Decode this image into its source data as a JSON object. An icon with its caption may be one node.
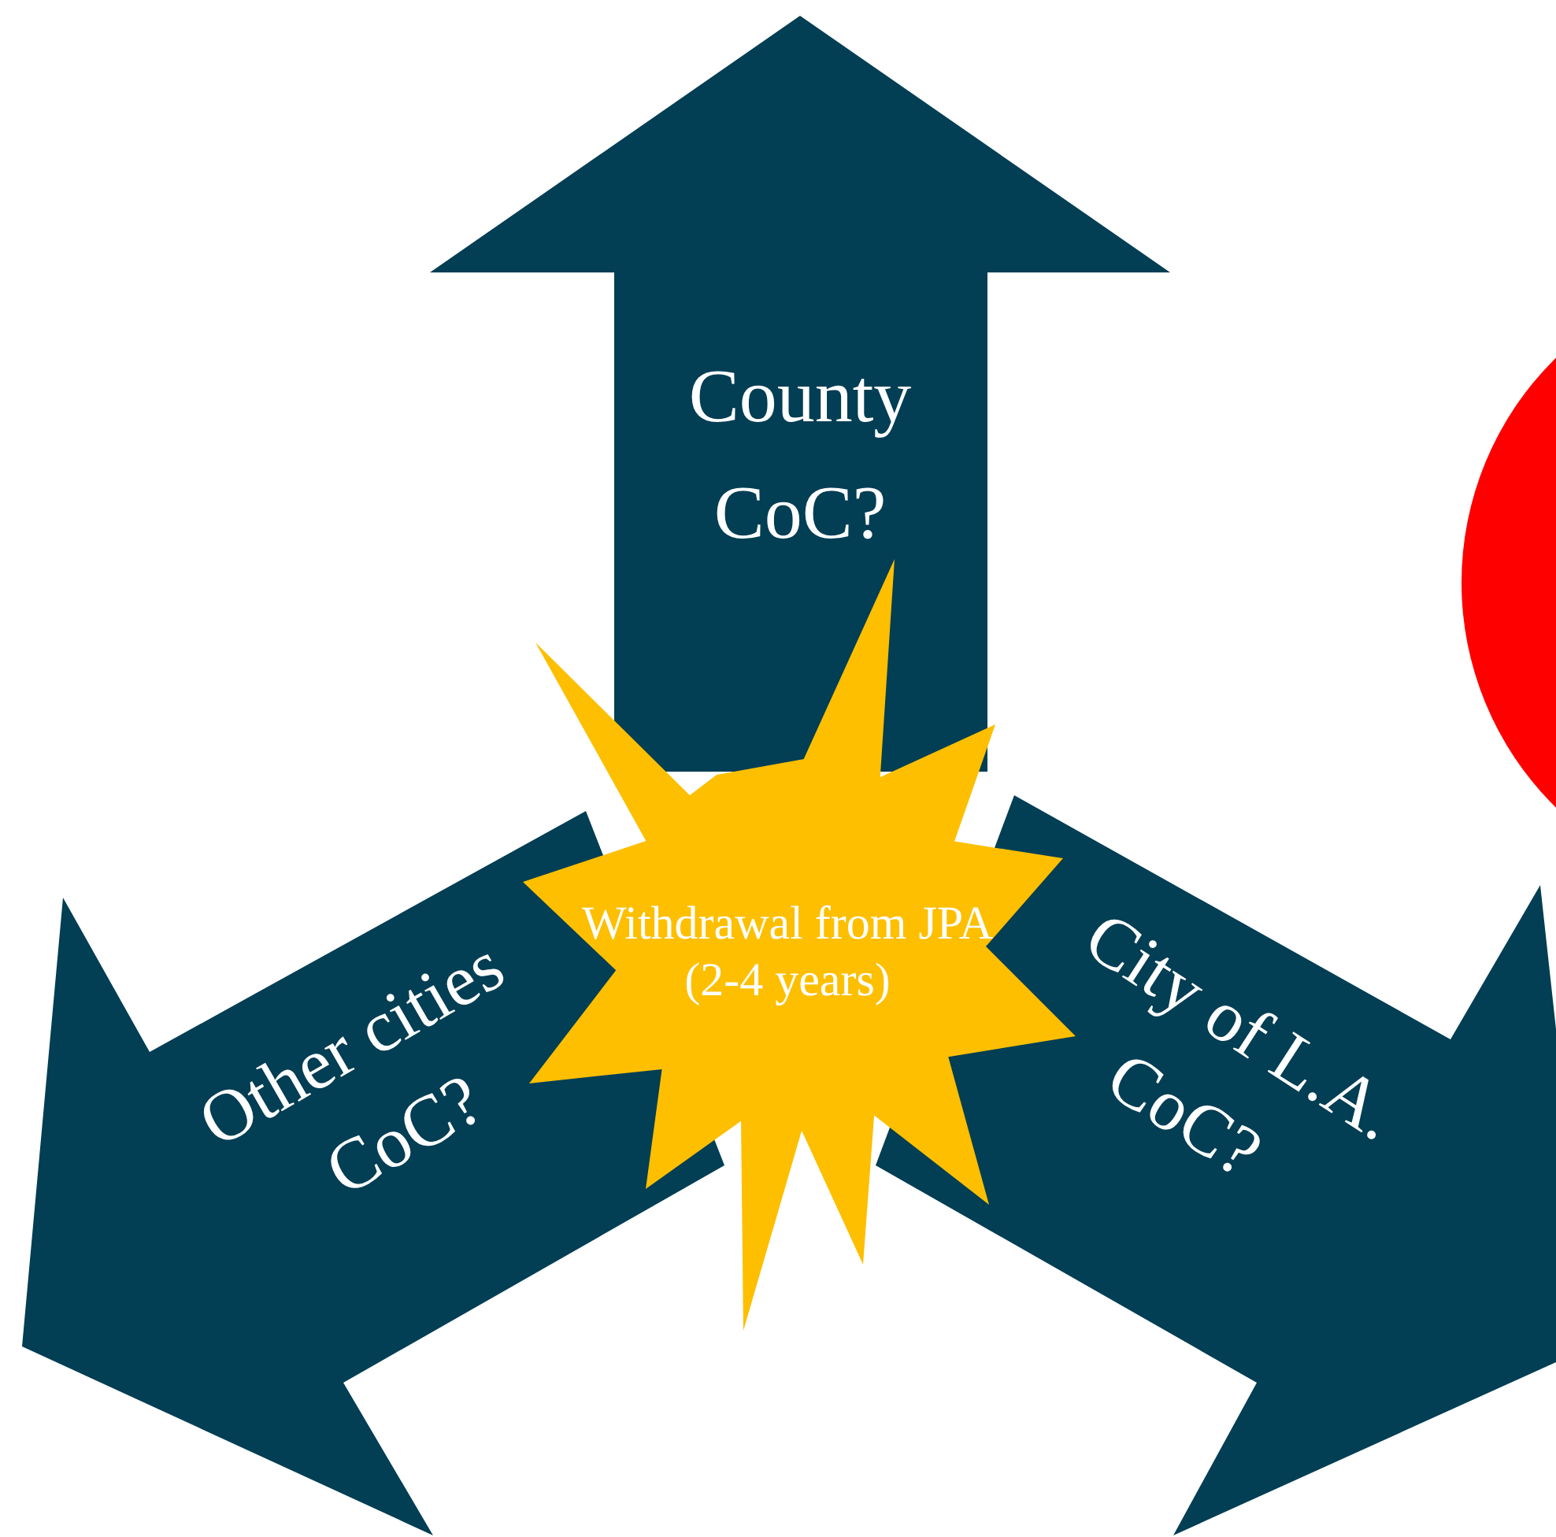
{
  "diagram": {
    "nodes": [
      {
        "text": [
          "County CoC?"
        ]
      },
      {
        "text": [
          "Other cities CoC?"
        ]
      },
      {
        "text": [
          "City of L.A. CoC?"
        ]
      },
      {
        "text": [
          "Withdrawal from JPA (2-4 years)"
        ]
      },
      {
        "text": [],
        "shape": "circle"
      }
    ]
  }
}
